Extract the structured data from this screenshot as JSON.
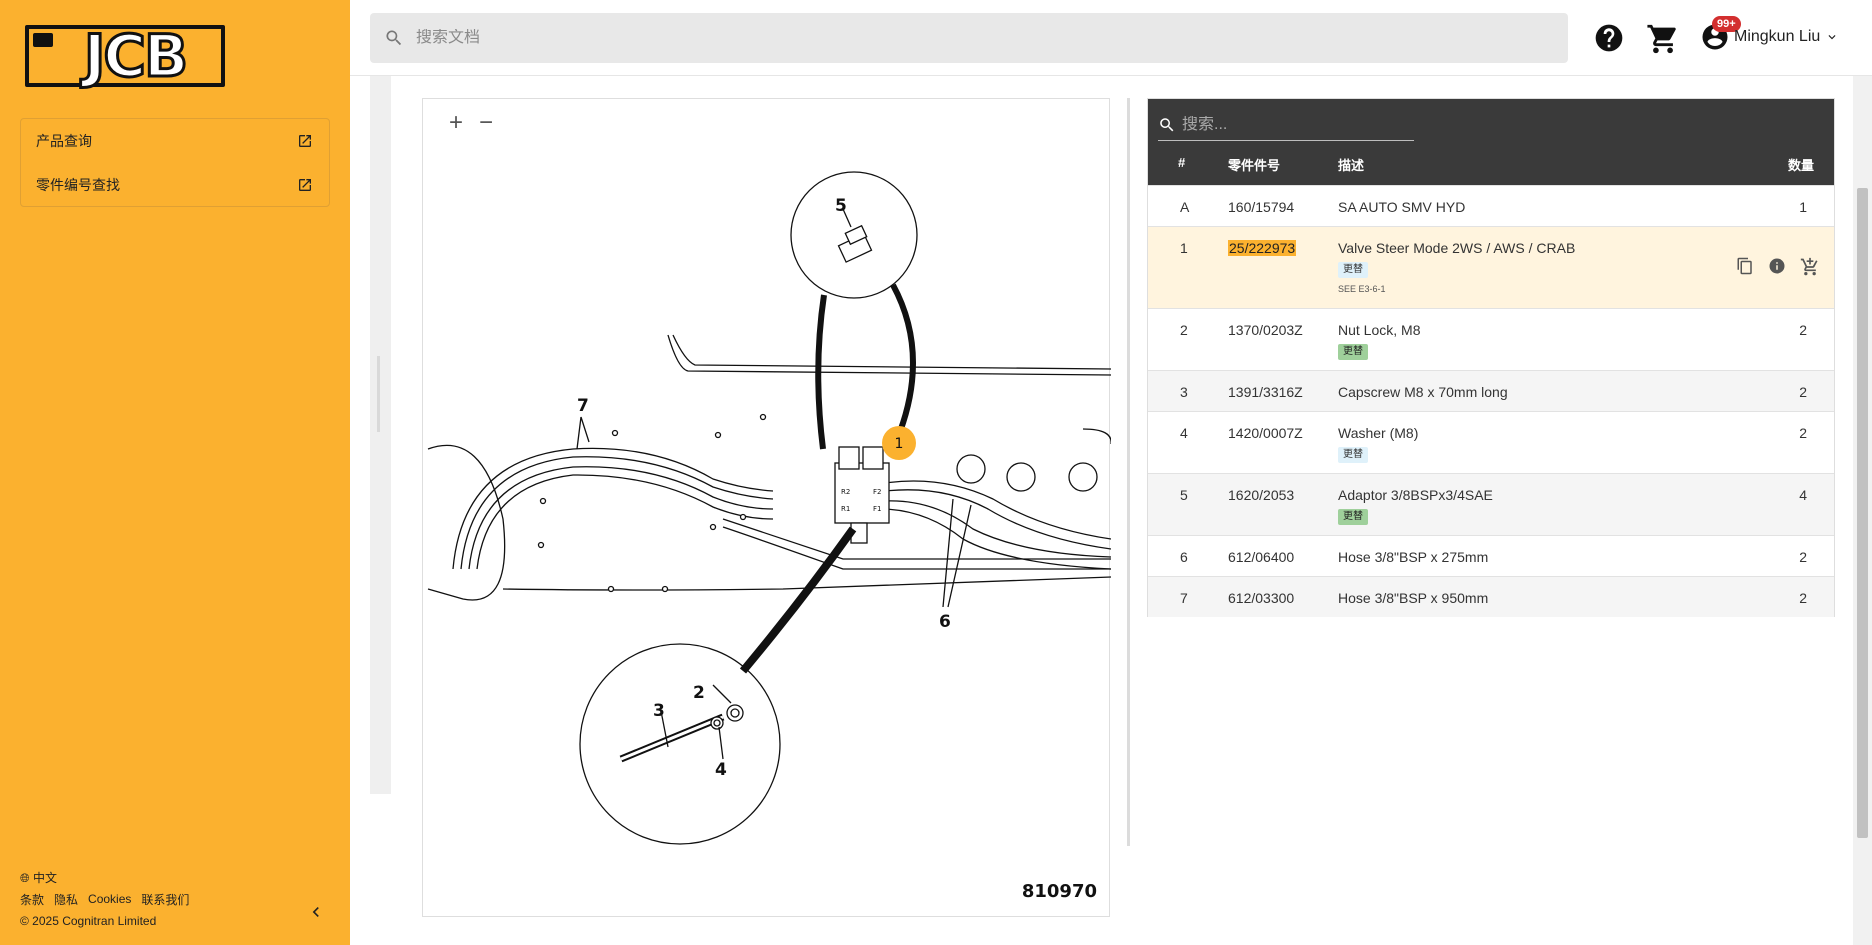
{
  "brand": {
    "logo_text": "JCB",
    "accent": "#fbb12f"
  },
  "sidebar": {
    "items": [
      {
        "label": "产品查询",
        "icon": "external-link-icon"
      },
      {
        "label": "零件编号查找",
        "icon": "external-link-icon"
      }
    ],
    "language": "中文",
    "links": [
      "条款",
      "隐私",
      "Cookies",
      "联系我们"
    ],
    "copyright": "© 2025 Cognitran Limited"
  },
  "header": {
    "search_placeholder": "搜索文档",
    "cart_badge": "99+",
    "user_name": "Mingkun Liu"
  },
  "diagram": {
    "figure_number": "810970",
    "zoom_in": "+",
    "zoom_out": "−",
    "callouts": [
      "1",
      "2",
      "3",
      "4",
      "5",
      "6",
      "7"
    ],
    "port_labels": [
      "R2",
      "F2",
      "R1",
      "F1"
    ]
  },
  "parts": {
    "search_placeholder": "搜索...",
    "columns": {
      "hash": "#",
      "part": "零件件号",
      "desc": "描述",
      "qty": "数量"
    },
    "rows": [
      {
        "hash": "A",
        "part": "160/15794",
        "desc": "SA AUTO SMV HYD",
        "qty": "1"
      },
      {
        "hash": "1",
        "part": "25/222973",
        "desc": "Valve Steer Mode 2WS / AWS / CRAB",
        "tag": "更替",
        "note": "SEE E3-6-1",
        "qty": ""
      },
      {
        "hash": "2",
        "part": "1370/0203Z",
        "desc": "Nut Lock, M8",
        "tag": "更替",
        "qty": "2"
      },
      {
        "hash": "3",
        "part": "1391/3316Z",
        "desc": "Capscrew M8 x 70mm long",
        "qty": "2"
      },
      {
        "hash": "4",
        "part": "1420/0007Z",
        "desc": "Washer (M8)",
        "tag": "更替",
        "qty": "2"
      },
      {
        "hash": "5",
        "part": "1620/2053",
        "desc": "Adaptor 3/8BSPx3/4SAE",
        "tag": "更替",
        "qty": "4"
      },
      {
        "hash": "6",
        "part": "612/06400",
        "desc": "Hose 3/8\"BSP x 275mm",
        "qty": "2"
      },
      {
        "hash": "7",
        "part": "612/03300",
        "desc": "Hose 3/8\"BSP x 950mm",
        "qty": "2"
      }
    ]
  }
}
